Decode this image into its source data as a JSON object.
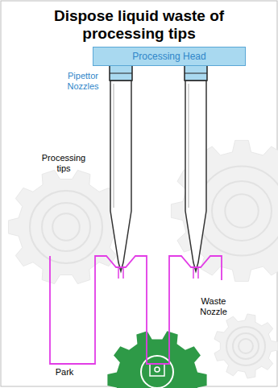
{
  "diagram": {
    "title": "Dispose liquid waste of processing tips",
    "nodes": [
      {
        "text": [
          "Processing Head"
        ]
      }
    ],
    "labels": [
      "Pipettor Nozzles",
      "Processing tips",
      "Waste Nozzle",
      "Park"
    ]
  }
}
